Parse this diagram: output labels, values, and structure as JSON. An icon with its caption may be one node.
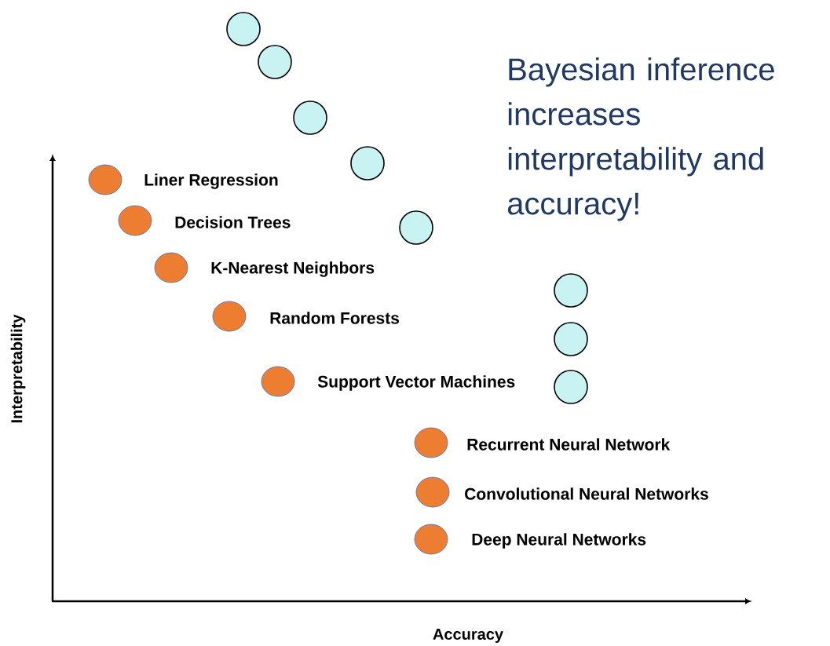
{
  "diagram": {
    "nodes": [
      {
        "text": [],
        "shape": "circle"
      },
      {
        "text": [],
        "shape": "circle"
      },
      {
        "text": [],
        "shape": "circle"
      },
      {
        "text": [],
        "shape": "circle"
      },
      {
        "text": [],
        "shape": "circle"
      },
      {
        "text": [],
        "shape": "circle"
      },
      {
        "text": [],
        "shape": "circle"
      },
      {
        "text": [],
        "shape": "circle"
      },
      {
        "text": [],
        "shape": "circle",
        "beside": [
          "Liner Regression"
        ]
      },
      {
        "text": [],
        "shape": "circle",
        "beside": [
          "Decision Trees"
        ]
      },
      {
        "text": [],
        "shape": "circle",
        "beside": [
          "K-Nearest Neighbors"
        ]
      },
      {
        "text": [],
        "shape": "circle",
        "beside": [
          "Random Forests"
        ]
      },
      {
        "text": [],
        "shape": "circle",
        "beside": [
          "Support Vector Machines"
        ]
      },
      {
        "text": [],
        "shape": "circle",
        "beside": [
          "Recurrent Neural Network"
        ]
      },
      {
        "text": [],
        "shape": "circle",
        "beside": [
          "Convolutional Neural  Networks"
        ]
      },
      {
        "text": [],
        "shape": "circle",
        "beside": [
          "Deep Neural Networks"
        ]
      }
    ],
    "edges": [],
    "labels": [
      "Bayesian inference increases interpretability and accuracy!",
      "Interpretability",
      "Accuracy"
    ]
  }
}
